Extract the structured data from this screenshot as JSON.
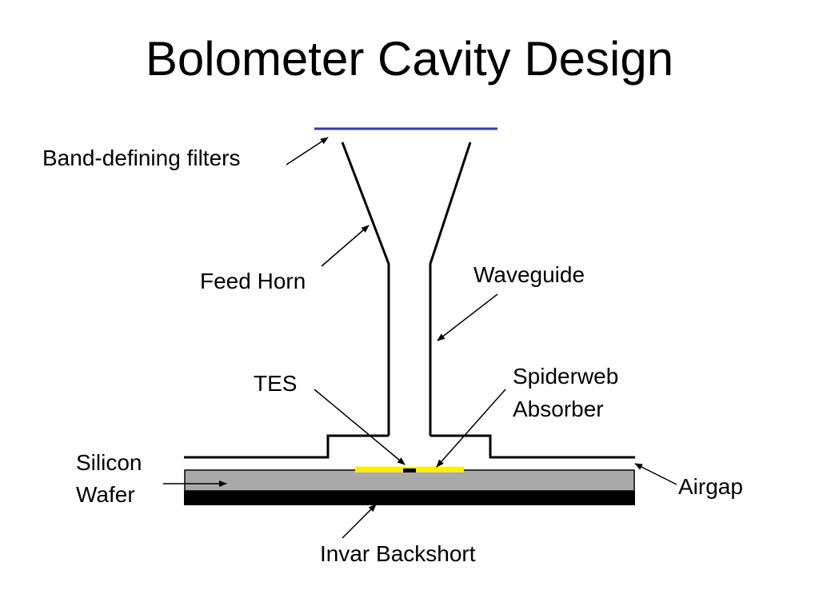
{
  "title": "Bolometer Cavity Design",
  "labels": {
    "filters": "Band-defining filters",
    "feed_horn": "Feed Horn",
    "waveguide": "Waveguide",
    "tes": "TES",
    "spiderweb_line1": "Spiderweb",
    "spiderweb_line2": "Absorber",
    "silicon_line1": "Silicon",
    "silicon_line2": "Wafer",
    "airgap": "Airgap",
    "backshort": "Invar Backshort"
  },
  "colors": {
    "filter": "#3333cc",
    "absorber": "#ffee00",
    "wafer": "#aaaaaa",
    "backshort": "#000000",
    "outline": "#000000"
  }
}
